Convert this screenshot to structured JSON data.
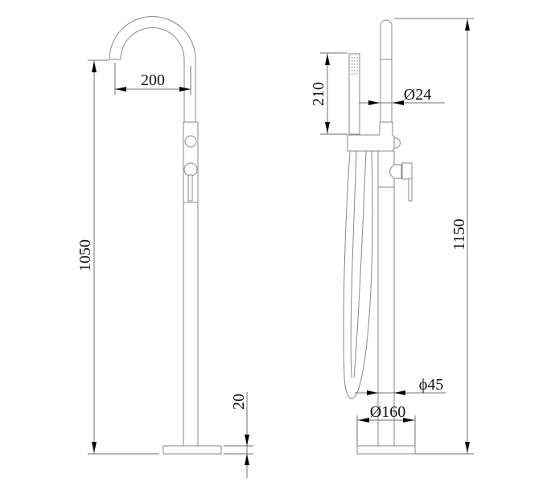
{
  "drawing": {
    "title": "Freestanding bath faucet technical drawing",
    "line_color": "#8a8a8a",
    "dimension_color": "#707070",
    "arrow_color": "#000000",
    "text_color": "#111111"
  },
  "front_view": {
    "spout_reach": "200",
    "total_height": "1050",
    "base_thickness": "20"
  },
  "side_view": {
    "handshower_length": "210",
    "handshower_diameter": "Ø24",
    "column_diameter": "ϕ45",
    "base_diameter": "Ø160",
    "total_height": "1150"
  }
}
